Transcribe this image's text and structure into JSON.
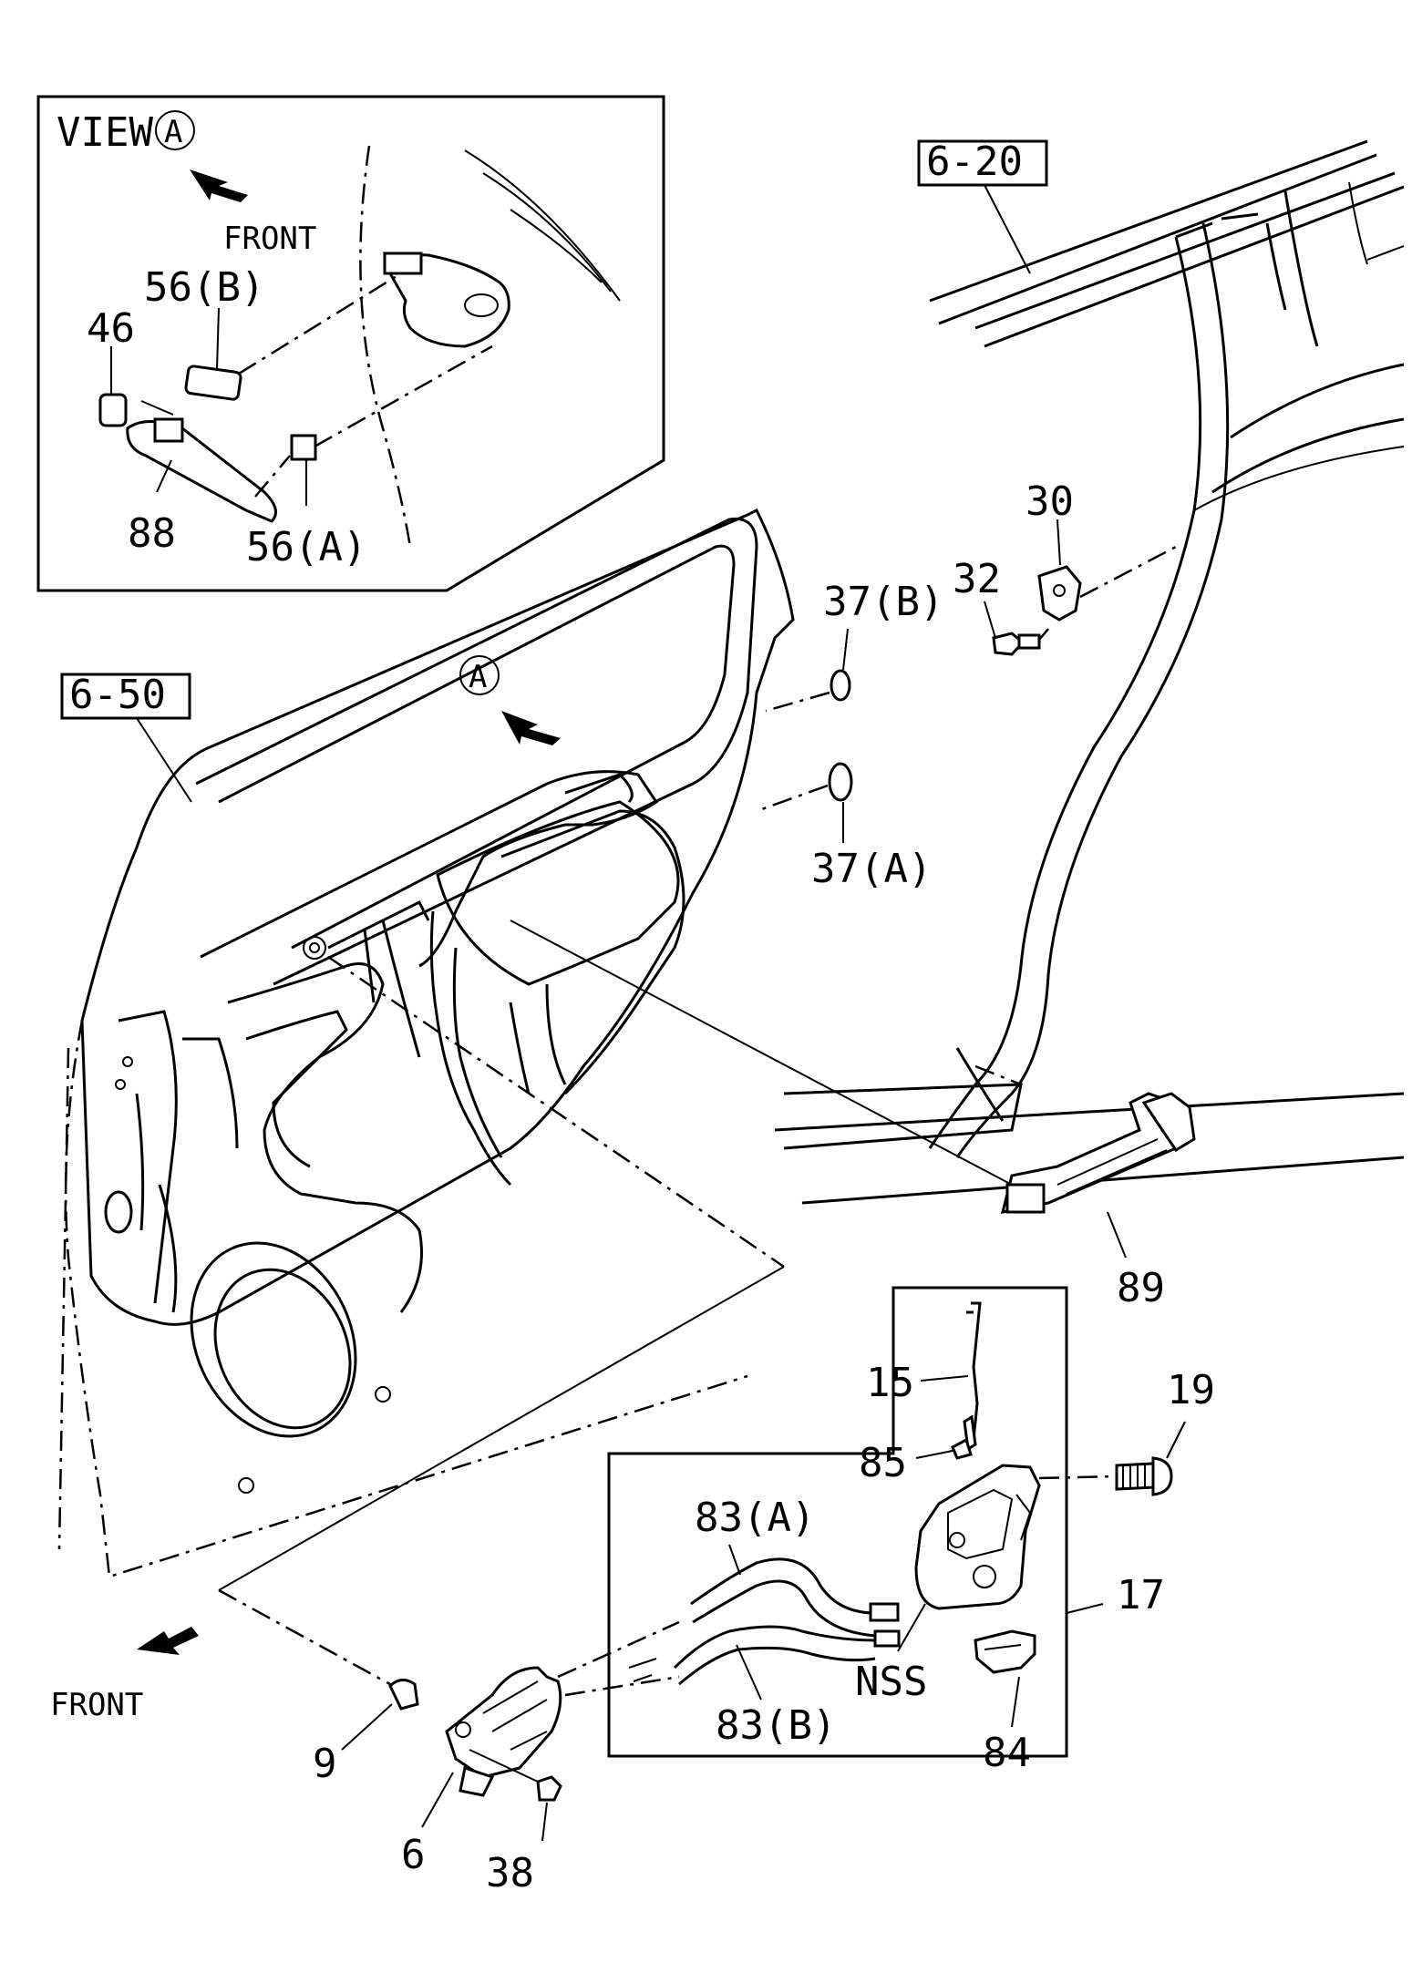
{
  "view_box": {
    "title": "VIEW",
    "marker": "A",
    "direction": "FRONT",
    "callouts": [
      "56(B)",
      "46",
      "88",
      "56(A)"
    ]
  },
  "refs": {
    "top": "6-20",
    "left": "6-50"
  },
  "door": {
    "marker": "A"
  },
  "callouts": {
    "c30": "30",
    "c32": "32",
    "c37b": "37(B)",
    "c37a": "37(A)",
    "c89": "89",
    "c15": "15",
    "c19": "19",
    "c85": "85",
    "c83a": "83(A)",
    "c83b": "83(B)",
    "c17": "17",
    "nss": "NSS",
    "c84": "84",
    "c9": "9",
    "c6": "6",
    "c38": "38"
  },
  "front_label": "FRONT"
}
